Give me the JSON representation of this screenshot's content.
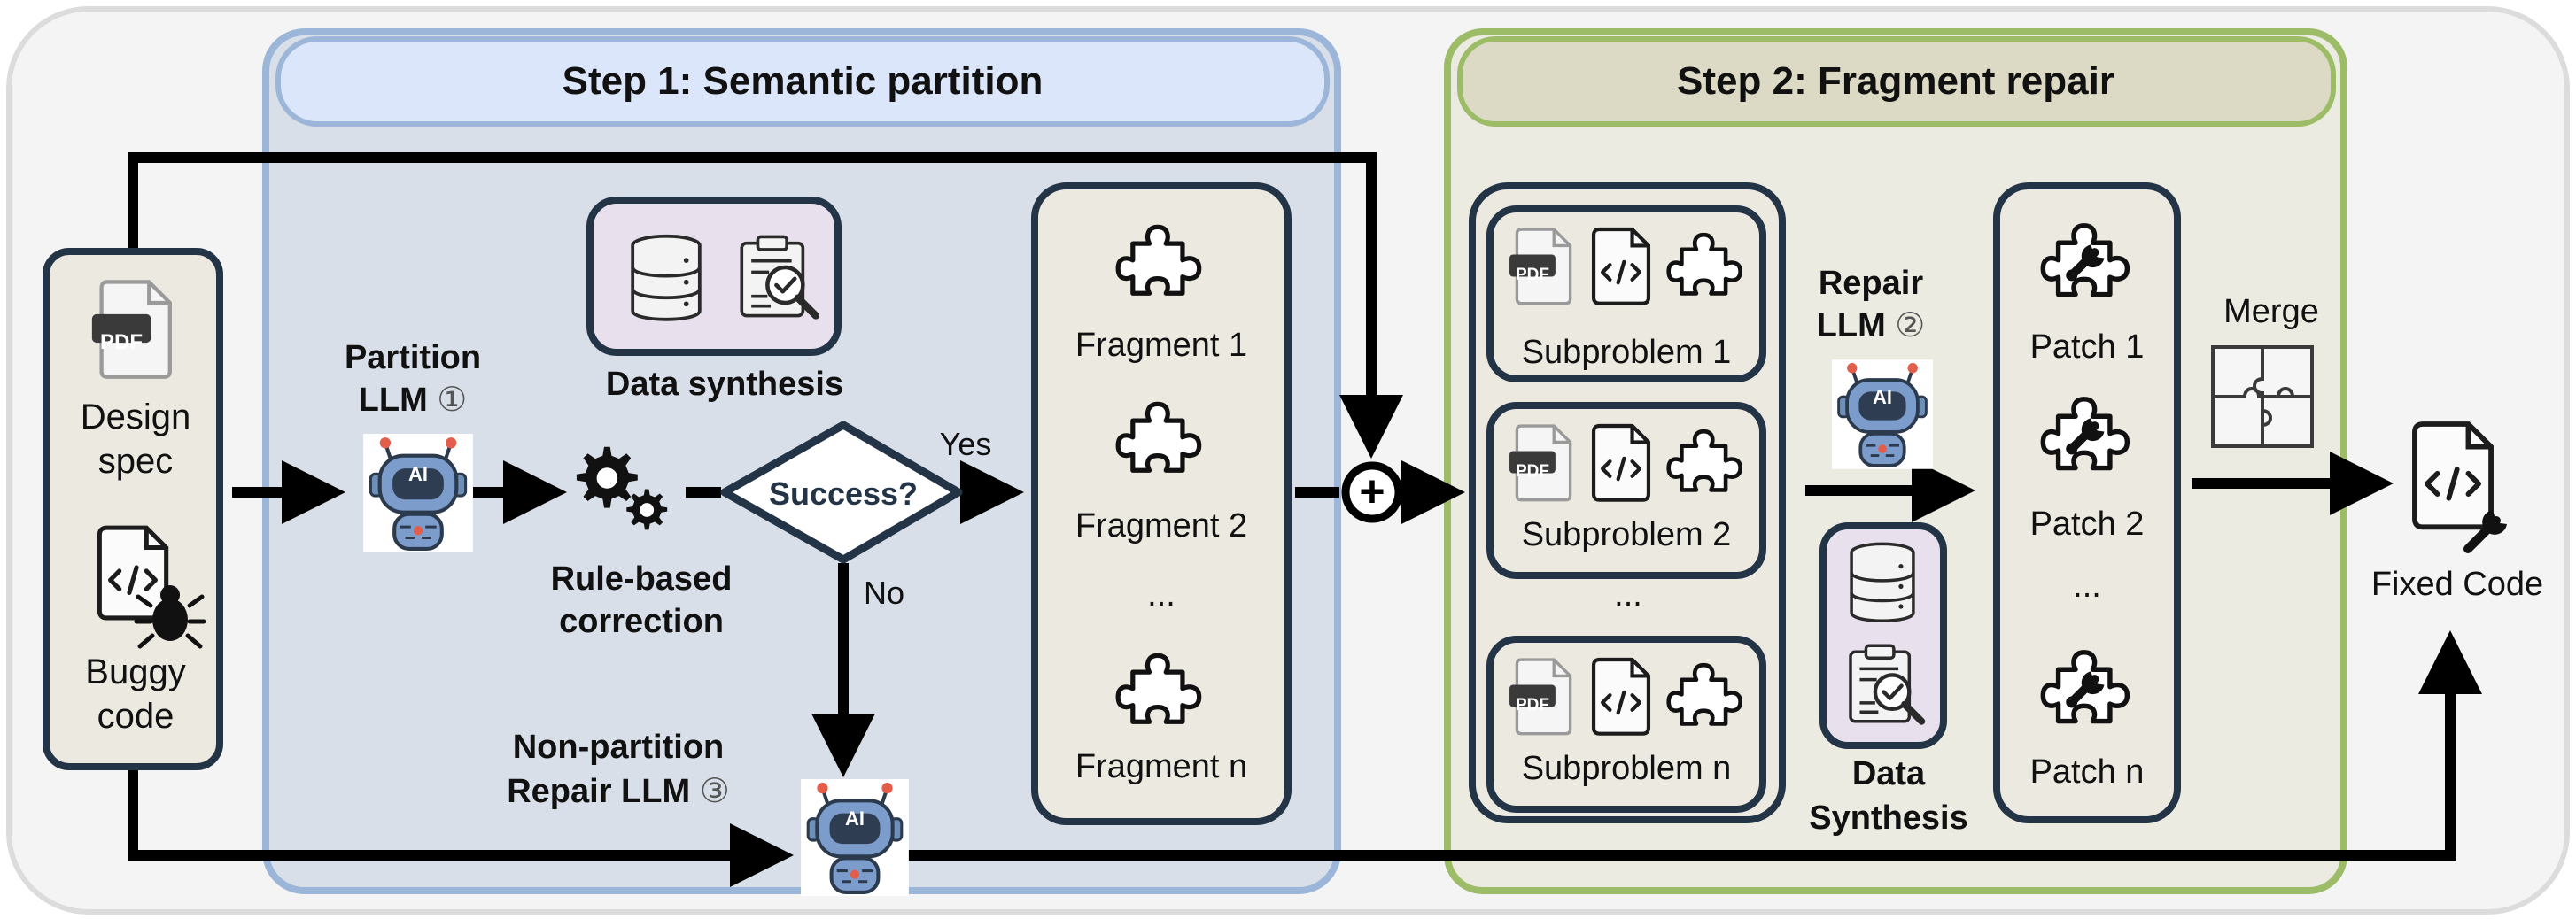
{
  "step1": {
    "title": "Step 1: Semantic partition"
  },
  "step2": {
    "title": "Step 2: Fragment repair"
  },
  "inputs": {
    "pdf_badge": "PDF",
    "design_spec_line1": "Design",
    "design_spec_line2": "spec",
    "buggy_code_line1": "Buggy",
    "buggy_code_line2": "code",
    "code_glyph": "</>"
  },
  "partition_llm": {
    "line1": "Partition",
    "line2": "LLM",
    "marker": "①",
    "badge": "AI"
  },
  "data_synthesis_top": {
    "label": "Data synthesis"
  },
  "rule_based": {
    "line1": "Rule-based",
    "line2": "correction"
  },
  "decision": {
    "label": "Success?",
    "yes": "Yes",
    "no": "No"
  },
  "non_partition": {
    "line1": "Non-partition",
    "line2": "Repair LLM",
    "marker": "③",
    "badge": "AI"
  },
  "fragments": {
    "items": [
      "Fragment 1",
      "Fragment 2",
      "Fragment n"
    ],
    "ellipsis": "..."
  },
  "subproblems": {
    "items": [
      "Subproblem 1",
      "Subproblem 2",
      "Subproblem n"
    ],
    "ellipsis": "...",
    "pdf_badge": "PDF",
    "code_glyph": "</>"
  },
  "repair_llm": {
    "line1": "Repair",
    "line2": "LLM",
    "marker": "②",
    "badge": "AI"
  },
  "data_synthesis_bottom": {
    "line1": "Data",
    "line2": "Synthesis"
  },
  "patches": {
    "items": [
      "Patch 1",
      "Patch 2",
      "Patch n"
    ],
    "ellipsis": "..."
  },
  "merge": {
    "label": "Merge"
  },
  "fixed_code": {
    "label": "Fixed Code",
    "code_glyph": "</>"
  },
  "plus": {
    "symbol": "+"
  },
  "icons": [
    "pdf-file-icon",
    "code-file-icon",
    "bug-icon",
    "robot-icon",
    "database-icon",
    "clipboard-check-icon",
    "gear-icon",
    "puzzle-piece-icon",
    "wrench-icon",
    "merge-puzzle-icon"
  ],
  "colors": {
    "outer_bg": "#f4f4f4",
    "step1_fill": "#d9dfe9",
    "step1_border": "#9cb6d9",
    "step1_header": "#dbe6fa",
    "step2_fill": "#ebebe1",
    "step2_border": "#9dbc68",
    "step2_header": "#dcdac4",
    "box_fill": "#ece9e0",
    "box_border": "#243447",
    "synthesis_fill": "#e8e0ec",
    "arrow": "#000000"
  }
}
